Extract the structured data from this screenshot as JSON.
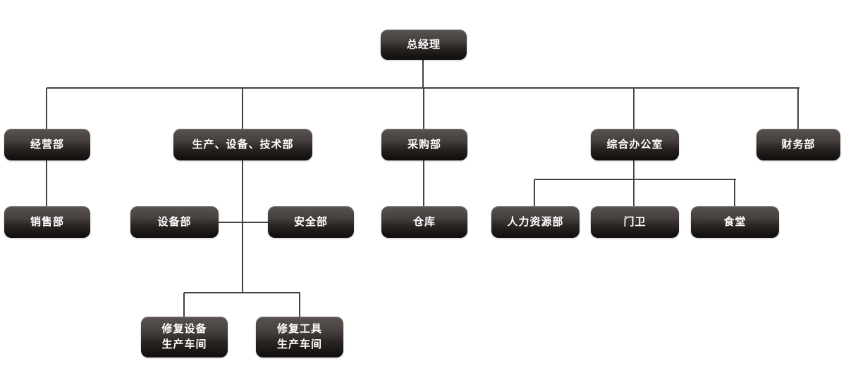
{
  "diagram": {
    "type": "org-chart",
    "background_color": "#ffffff",
    "line_color": "#474140",
    "box_text_color": "#ffffff",
    "box_gradient_top": "#5a5451",
    "box_gradient_bottom": "#0f0c0b",
    "nodes": [
      {
        "id": "gm",
        "label": "总经理",
        "level": 1,
        "parent": null
      },
      {
        "id": "jyb",
        "label": "经营部",
        "level": 2,
        "parent": "gm"
      },
      {
        "id": "scsbjsb",
        "label": "生产、设备、技术部",
        "level": 2,
        "parent": "gm"
      },
      {
        "id": "cgb",
        "label": "采购部",
        "level": 2,
        "parent": "gm"
      },
      {
        "id": "zhbgs",
        "label": "综合办公室",
        "level": 2,
        "parent": "gm"
      },
      {
        "id": "cwb",
        "label": "财务部",
        "level": 2,
        "parent": "gm"
      },
      {
        "id": "xsb",
        "label": "销售部",
        "level": 3,
        "parent": "jyb"
      },
      {
        "id": "sbb",
        "label": "设备部",
        "level": 3,
        "parent": "scsbjsb"
      },
      {
        "id": "aqb",
        "label": "安全部",
        "level": 3,
        "parent": "scsbjsb"
      },
      {
        "id": "ck",
        "label": "仓库",
        "level": 3,
        "parent": "cgb"
      },
      {
        "id": "rlzyb",
        "label": "人力资源部",
        "level": 3,
        "parent": "zhbgs"
      },
      {
        "id": "mw",
        "label": "门卫",
        "level": 3,
        "parent": "zhbgs"
      },
      {
        "id": "st",
        "label": "食堂",
        "level": 3,
        "parent": "zhbgs"
      },
      {
        "id": "xfsb",
        "label": "修复设备\n生产车间",
        "level": 4,
        "parent": "scsbjsb"
      },
      {
        "id": "xfgj",
        "label": "修复工具\n生产车间",
        "level": 4,
        "parent": "scsbjsb"
      }
    ]
  }
}
